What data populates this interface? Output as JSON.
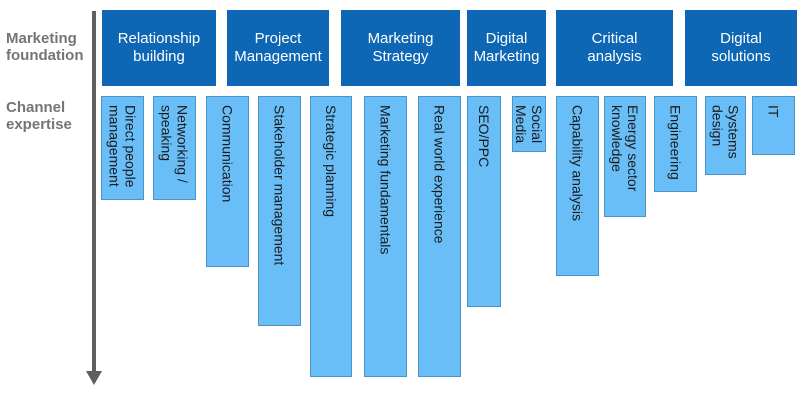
{
  "row_labels": {
    "foundation": "Marketing\nfoundation",
    "channel": "Channel\nexpertise"
  },
  "foundations": [
    "Relationship\nbuilding",
    "Project\nManagement",
    "Marketing\nStrategy",
    "Digital\nMarketing",
    "Critical\nanalysis",
    "Digital\nsolutions"
  ],
  "skills": [
    {
      "label": "Direct people\nmanagement",
      "level": 0.37
    },
    {
      "label": "Networking /\nspeaking",
      "level": 0.37
    },
    {
      "label": "Communication",
      "level": 0.61
    },
    {
      "label": "Stakeholder management",
      "level": 0.82
    },
    {
      "label": "Strategic planning",
      "level": 1.0
    },
    {
      "label": "Marketing fundamentals",
      "level": 1.0
    },
    {
      "label": "Real world experience",
      "level": 1.0
    },
    {
      "label": "SEO/PPC",
      "level": 0.75
    },
    {
      "label": "Social\nMedia",
      "level": 0.2
    },
    {
      "label": "Capability analysis",
      "level": 0.64
    },
    {
      "label": "Energy sector\nknowledge",
      "level": 0.43
    },
    {
      "label": "Engineering",
      "level": 0.34
    },
    {
      "label": "Systems\ndesign",
      "level": 0.28
    },
    {
      "label": "IT",
      "level": 0.21
    }
  ],
  "colors": {
    "foundation": "#0e67b5",
    "skill": "#69bef8",
    "axis": "#5f5f5f",
    "label": "#757575"
  }
}
